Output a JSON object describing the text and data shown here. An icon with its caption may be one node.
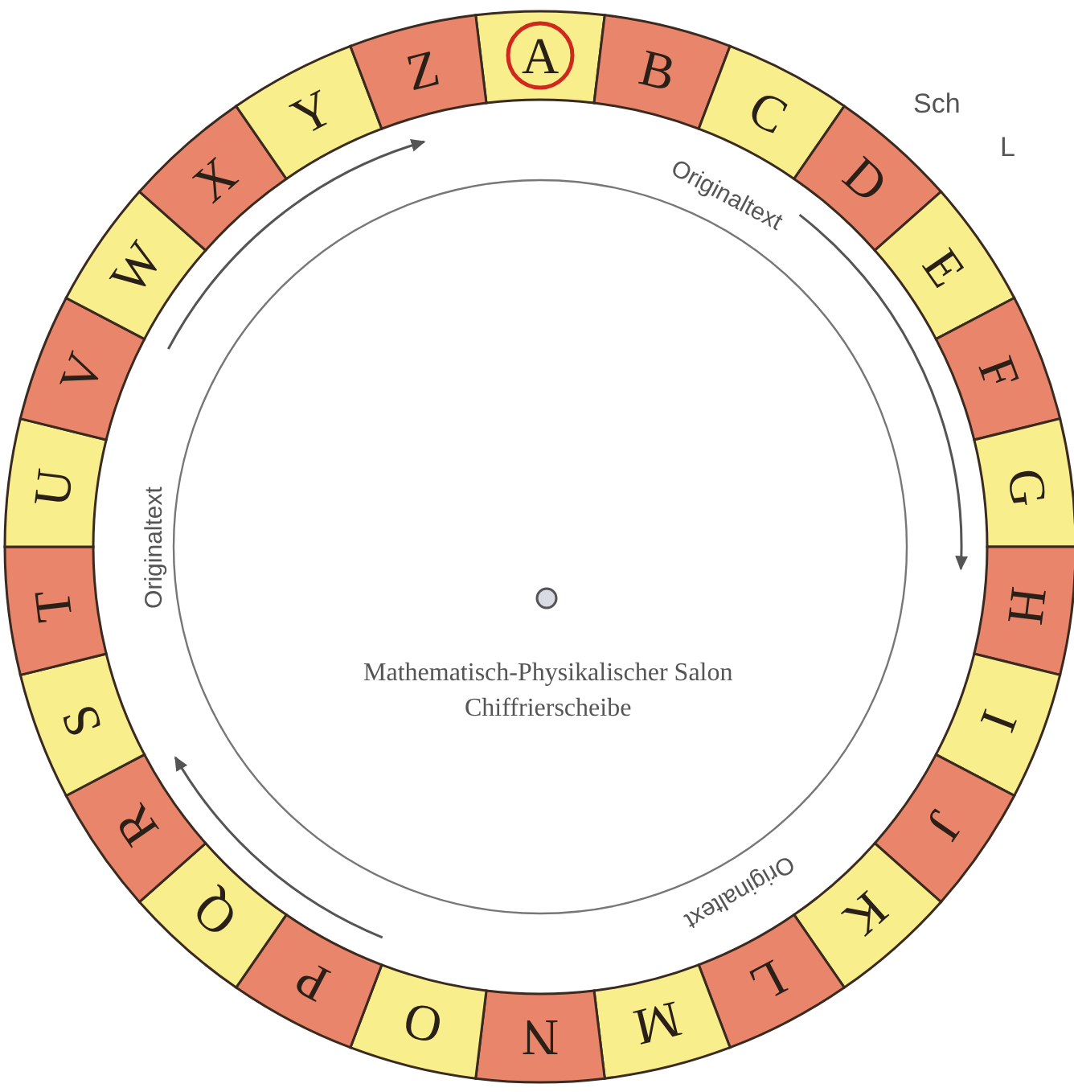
{
  "diagram": {
    "nodes": [
      {
        "text": [
          "A"
        ]
      },
      {
        "text": [
          "B"
        ]
      },
      {
        "text": [
          "C"
        ]
      },
      {
        "text": [
          "D"
        ]
      },
      {
        "text": [
          "E"
        ]
      },
      {
        "text": [
          "F"
        ]
      },
      {
        "text": [
          "G"
        ]
      },
      {
        "text": [
          "H"
        ]
      },
      {
        "text": [
          "I"
        ]
      },
      {
        "text": [
          "J"
        ]
      },
      {
        "text": [
          "K"
        ]
      },
      {
        "text": [
          "L"
        ]
      },
      {
        "text": [
          "M"
        ]
      },
      {
        "text": [
          "N"
        ]
      },
      {
        "text": [
          "O"
        ]
      },
      {
        "text": [
          "P"
        ]
      },
      {
        "text": [
          "Q"
        ]
      },
      {
        "text": [
          "R"
        ]
      },
      {
        "text": [
          "S"
        ]
      },
      {
        "text": [
          "T"
        ]
      },
      {
        "text": [
          "U"
        ]
      },
      {
        "text": [
          "V"
        ]
      },
      {
        "text": [
          "W"
        ]
      },
      {
        "text": [
          "X"
        ]
      },
      {
        "text": [
          "Y"
        ]
      },
      {
        "text": [
          "Z"
        ]
      }
    ],
    "labels": [
      "Sch",
      "L",
      "Originaltext",
      "Originaltext",
      "Originaltext",
      "Mathematisch-Physikalischer Salon",
      "Chiffrierscheibe"
    ]
  }
}
